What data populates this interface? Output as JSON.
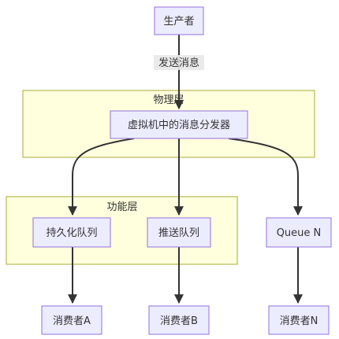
{
  "clusters": {
    "physical": {
      "label": "物理层"
    },
    "functional": {
      "label": "功能层"
    }
  },
  "nodes": {
    "producer": "生产者",
    "dispatcher": "虚拟机中的消息分发器",
    "persistent_queue": "持久化队列",
    "push_queue": "推送队列",
    "queue_n": "Queue N",
    "consumer_a": "消费者A",
    "consumer_b": "消费者B",
    "consumer_n": "消费者N"
  },
  "edges": {
    "send_message": "发送消息"
  },
  "colors": {
    "node_fill": "#ececff",
    "node_stroke": "#9370db",
    "cluster_fill": "#ffffde",
    "cluster_stroke": "#aaaa33",
    "edge": "#333333"
  }
}
